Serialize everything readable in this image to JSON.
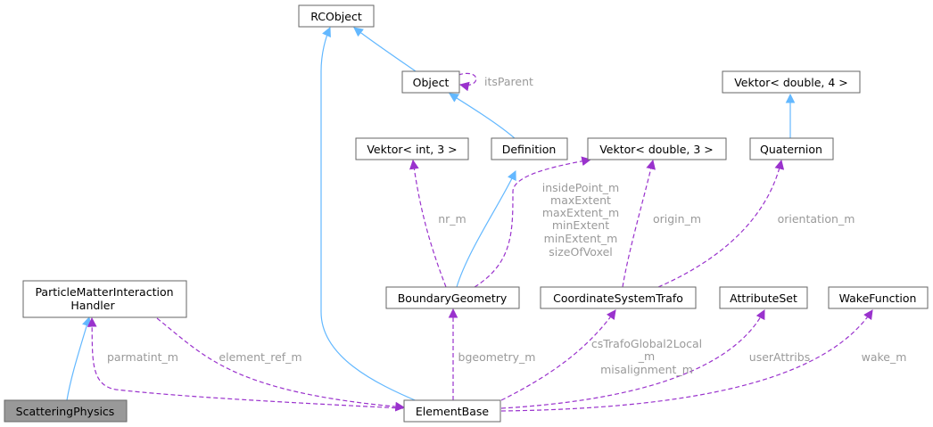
{
  "nodes": {
    "rcobject": "RCObject",
    "object": "Object",
    "vektor_double4": "Vektor< double, 4 >",
    "vektor_int3": "Vektor< int, 3 >",
    "definition": "Definition",
    "vektor_double3": "Vektor< double, 3 >",
    "quaternion": "Quaternion",
    "pmi_handler_line1": "ParticleMatterInteraction",
    "pmi_handler_line2": "Handler",
    "boundary_geometry": "BoundaryGeometry",
    "coord_trafo": "CoordinateSystemTrafo",
    "attribute_set": "AttributeSet",
    "wake_function": "WakeFunction",
    "scattering_physics": "ScatteringPhysics",
    "element_base": "ElementBase"
  },
  "labels": {
    "its_parent": "itsParent",
    "nr_m": "nr_m",
    "voxel_members": [
      "insidePoint_m",
      "maxExtent",
      "maxExtent_m",
      "minExtent",
      "minExtent_m",
      "sizeOfVoxel"
    ],
    "origin_m": "origin_m",
    "orientation_m": "orientation_m",
    "parmatint_m": "parmatint_m",
    "element_ref_m": "element_ref_m",
    "bgeometry_m": "bgeometry_m",
    "cs_trafo_members": [
      "csTrafoGlobal2Local",
      "_m",
      "misalignment_m"
    ],
    "user_attribs": "userAttribs",
    "wake_m": "wake_m"
  },
  "colors": {
    "inheritance": "#63b8ff",
    "usage": "#9a32cd",
    "highlight_fill": "#999999",
    "node_border": "#666666",
    "label_text": "#9a9a9a"
  }
}
